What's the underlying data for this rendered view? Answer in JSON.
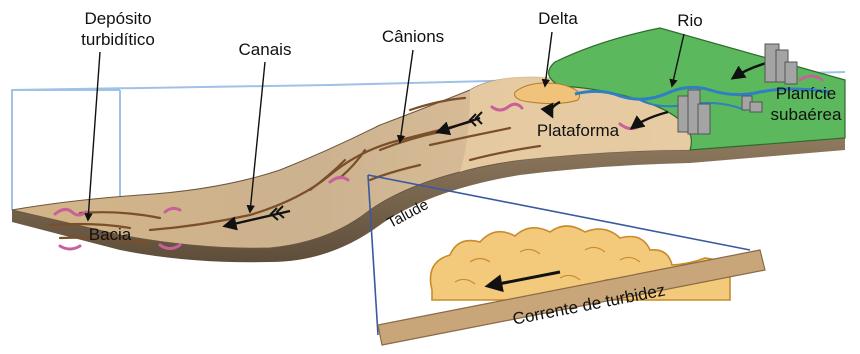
{
  "labels": {
    "deposito_line1": "Depósito",
    "deposito_line2": "turbidítico",
    "canais": "Canais",
    "canions": "Cânions",
    "delta": "Delta",
    "rio": "Rio",
    "planicie_line1": "Planície",
    "planicie_line2": "subaérea",
    "plataforma": "Plataforma",
    "talude": "Talude",
    "bacia": "Bacia",
    "corrente": "Corrente de turbidez"
  },
  "colors": {
    "seafloor": "#d6b98f",
    "seafloor_dark": "#9c8467",
    "shelf": "#e2c59c",
    "land_green": "#5cb85c",
    "river_blue": "#2f7fc1",
    "box_outline": "#9ec3e6",
    "cloud": "#f3c97c",
    "cloud_outline": "#c98c2c",
    "ground": "#c9a67a",
    "channel": "#7a4f2a",
    "pink": "#c8619a"
  },
  "icons": [
    "building-icon",
    "flow-arrow-icon"
  ]
}
